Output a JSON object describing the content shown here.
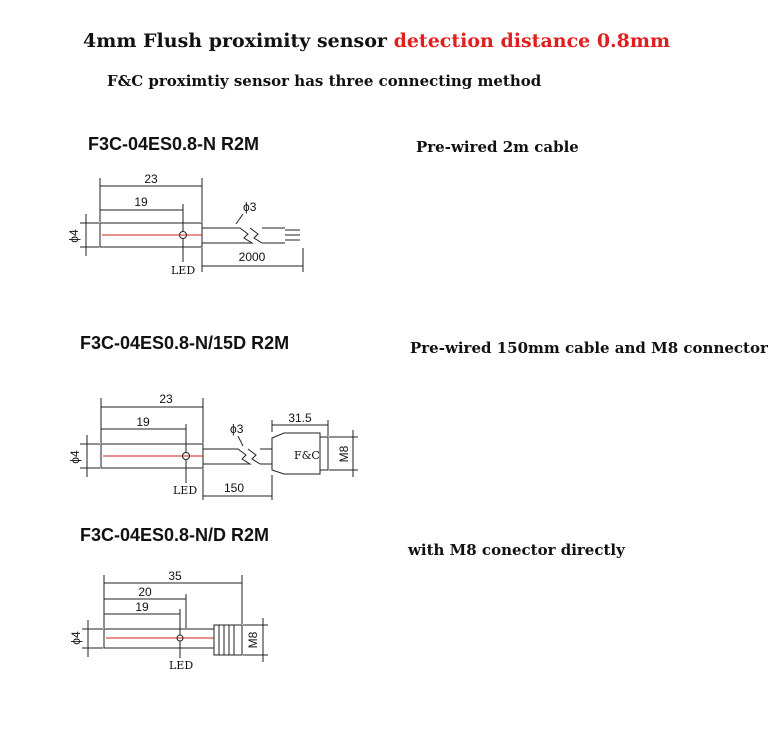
{
  "header": {
    "title_main": "4mm Flush proximity sensor",
    "title_red": "detection distance 0.8mm",
    "subtitle": "F&C  proximtiy sensor has three connecting method"
  },
  "colors": {
    "highlight": "#e02020",
    "axis_line": "#d02020"
  },
  "methods": [
    {
      "model": "F3C-04ES0.8-N R2M",
      "description": "Pre-wired 2m cable",
      "dims": {
        "overall": "23",
        "led_pos": "19",
        "diameter": "ϕ4",
        "cable_dia": "ϕ3",
        "cable_len": "2000",
        "led": "LED"
      }
    },
    {
      "model": "F3C-04ES0.8-N/15D  R2M",
      "description": "Pre-wired 150mm cable and M8 connector",
      "dims": {
        "overall": "23",
        "led_pos": "19",
        "diameter": "ϕ4",
        "cable_dia": "ϕ3",
        "connector_len": "31.5",
        "thread": "M8",
        "brand": "F&C",
        "cable_len": "150",
        "led": "LED"
      }
    },
    {
      "model": "F3C-04ES0.8-N/D  R2M",
      "description": "with M8 conector directly",
      "dims": {
        "overall": "35",
        "mid": "20",
        "led_pos": "19",
        "diameter": "ϕ4",
        "thread": "M8",
        "led": "LED"
      }
    }
  ]
}
